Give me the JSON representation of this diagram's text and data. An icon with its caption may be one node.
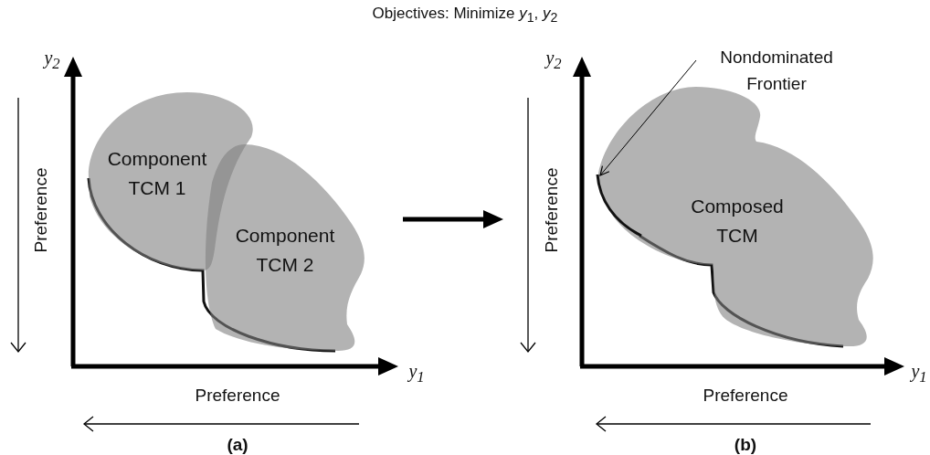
{
  "diagram": {
    "title": "Objectives: Minimize *y*$_{1}$, *y*$_{2}$",
    "nodes": [
      {
        "text": [
          "Component TCM 1"
        ]
      },
      {
        "text": [
          "Component TCM 2"
        ]
      },
      {
        "text": [
          "Nondominated Frontier"
        ]
      },
      {
        "text": [
          "Composed TCM"
        ]
      },
      {
        "text": [],
        "shape": "curve",
        "in": 3
      }
    ],
    "edges": [
      {
        "from": 2,
        "to": 4,
        "arrow": "to"
      }
    ],
    "labels": [
      "y$_{2}$",
      "Preference",
      "y$_{1}$",
      "Preference",
      "(a)",
      "y$_{2}$",
      "Preference",
      "y$_{1}$",
      "Preference",
      "(b)"
    ]
  }
}
